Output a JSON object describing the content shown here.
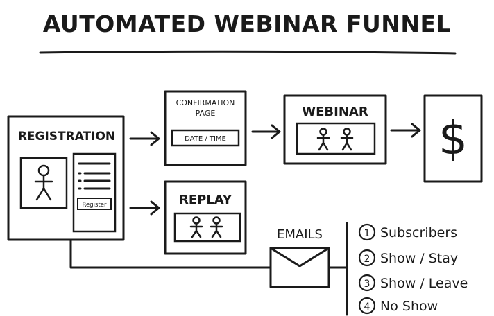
{
  "title": "AUTOMATED WEBINAR FUNNEL",
  "nodes": {
    "registration": {
      "label": "REGISTRATION",
      "button_label": "Register"
    },
    "confirmation": {
      "label_line1": "CONFIRMATION",
      "label_line2": "PAGE",
      "field_label": "DATE / TIME"
    },
    "webinar": {
      "label": "WEBINAR"
    },
    "sale": {
      "label": "$"
    },
    "replay": {
      "label": "REPLAY"
    },
    "emails": {
      "label": "EMAILS"
    }
  },
  "email_segments": [
    {
      "number": "1",
      "label": "Subscribers"
    },
    {
      "number": "2",
      "label": "Show / Stay"
    },
    {
      "number": "3",
      "label": "Show / Leave"
    },
    {
      "number": "4",
      "label": "No Show"
    }
  ]
}
